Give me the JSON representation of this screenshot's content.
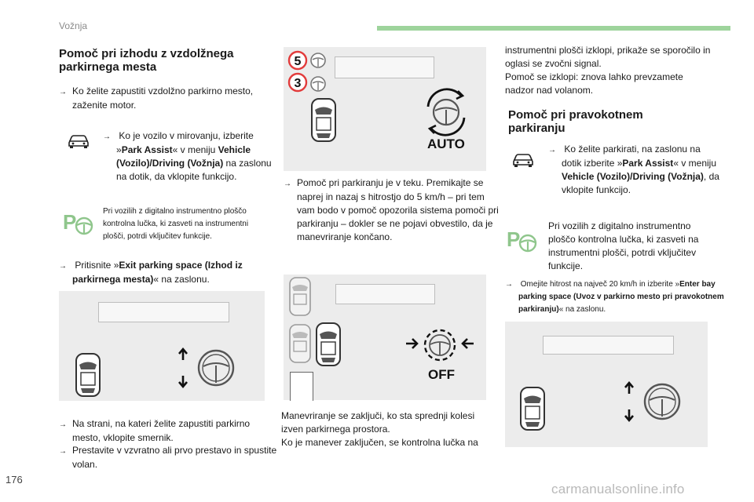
{
  "header": {
    "section_title": "Vožnja",
    "page_number": "176",
    "accent_color": "#9ed49c"
  },
  "watermark": "carmanualsonline.info",
  "left": {
    "heading": "Pomoč pri izhodu z vzdolžnega parkirnega mesta",
    "step1": "Ko želite zapustiti vzdolžno parkirno mesto, zaženite motor.",
    "step2_pre": "Ko je vozilo v mirovanju, izberite »",
    "step2_bold1": "Park Assist",
    "step2_mid": "« v meniju ",
    "step2_bold2": "Vehicle (Vozilo)/Driving (Vožnja)",
    "step2_post": " na zaslonu na dotik, da vklopite funkcijo.",
    "note": "Pri vozilih z digitalno instrumentno ploščo kontrolna lučka, ki zasveti na instrumentni plošči, potrdi vključitev funkcije.",
    "step3_pre": "Pritisnite »",
    "step3_bold": "Exit parking space (Izhod iz parkirnega mesta)",
    "step3_post": "« na zaslonu.",
    "step4": "Na strani, na kateri želite zapustiti parkirno mesto, vklopite smernik.",
    "step5": "Prestavite v vzvratno ali prvo prestavo in spustite volan."
  },
  "middle": {
    "badge_a": "5",
    "badge_b": "3",
    "auto_label": "AUTO",
    "off_label": "OFF",
    "text1": "Pomoč pri parkiranju je v teku. Premikajte se naprej in nazaj s hitrostjo do 5 km/h – pri tem vam bodo v pomoč opozorila sistema pomoči pri parkiranju – dokler se ne pojavi obvestilo, da je manevriranje končano.",
    "text2a": "Manevriranje se zaključi, ko sta sprednji kolesi izven parkirnega prostora.",
    "text2b": "Ko je manever zaključen, se kontrolna lučka na"
  },
  "right": {
    "cont1": "instrumentni plošči izklopi, prikaže se sporočilo in oglasi se zvočni signal.",
    "cont2": "Pomoč se izklopi: znova lahko prevzamete nadzor nad volanom.",
    "heading": "Pomoč pri pravokotnem parkiranju",
    "step1_pre": "Ko želite parkirati, na zaslonu na dotik izberite »",
    "step1_bold1": "Park Assist",
    "step1_mid": "« v meniju ",
    "step1_bold2": "Vehicle (Vozilo)/Driving (Vožnja)",
    "step1_post": ", da vklopite funkcijo.",
    "note": "Pri vozilih z digitalno instrumentno ploščo kontrolna lučka, ki zasveti na instrumentni plošči, potrdi vključitev funkcije.",
    "step2_pre": "Omejite hitrost na največ 20 km/h in izberite »",
    "step2_bold": "Enter bay parking space (Uvoz v parkirno mesto pri pravokotnem parkiranju)",
    "step2_post": "« na zaslonu."
  },
  "colors": {
    "icon_green": "#8fc68c",
    "badge_red": "#e23b3b",
    "text": "#1a1a1a",
    "panel_gray": "#ececec"
  },
  "icons": [
    "car-side-icon",
    "parking-assist-icon",
    "steering-wheel-icon",
    "turn-arrow-icon"
  ]
}
